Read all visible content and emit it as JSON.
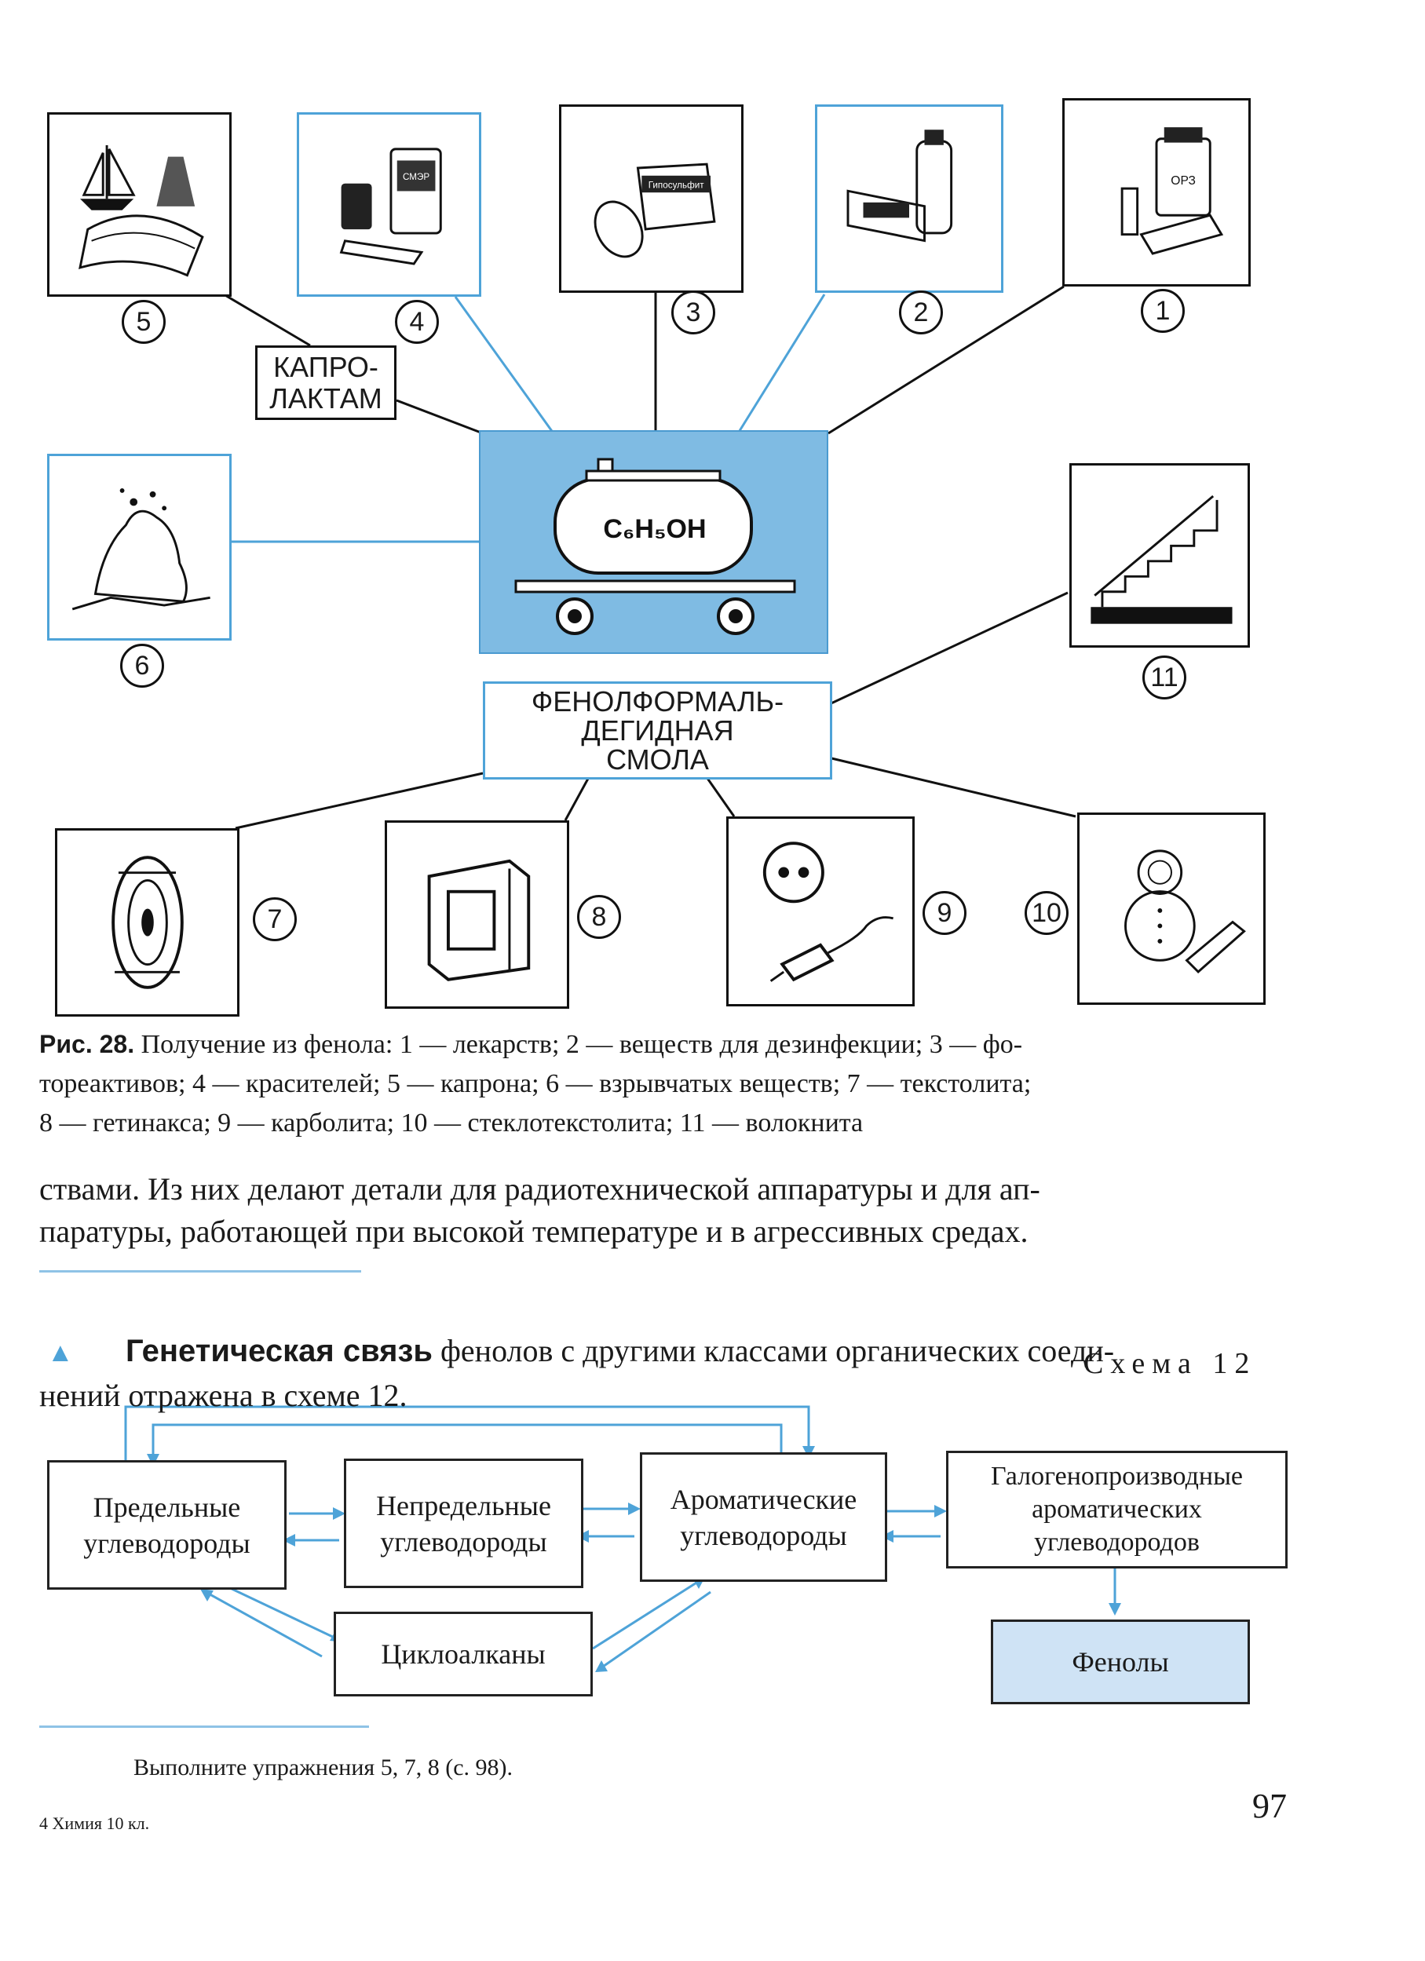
{
  "figure": {
    "tank_formula": "C₆H₅OH",
    "label_caprolactam": "КАПРО-\nЛАКТАМ",
    "label_resin": "ФЕНОЛФОРМАЛЬ-\nДЕГИДНАЯ\nСМОЛА",
    "numbers": [
      "1",
      "2",
      "3",
      "4",
      "5",
      "6",
      "7",
      "8",
      "9",
      "10",
      "11"
    ],
    "package_text_3": "Гипосульфит",
    "package_text_4": "СМЭР",
    "bottle_text_1": "ОРЗ"
  },
  "caption": {
    "label": "Рис. 28.",
    "text": "Получение из фенола: 1 — лекарств; 2 — веществ для дезинфекции; 3 — фо-\nтореактивов; 4 — красителей; 5 — капрона; 6 — взрывчатых веществ; 7 — текстолита;\n8 — гетинакса; 9 — карболита; 10 — стеклотекстолита; 11 — волокнита"
  },
  "paragraph1": "ствами. Из них делают детали для радиотехнической аппаратуры и для ап-\nпаратуры, работающей при высокой температуре и в агрессивных средах.",
  "paragraph2": {
    "bold": "Генетическая связь",
    "rest": " фенолов с другими классами органических соеди-\nнений отражена в схеме 12."
  },
  "scheme": {
    "title": "Схема 12",
    "boxes": {
      "saturated": "Предельные\nуглеводороды",
      "unsaturated": "Непредельные\nуглеводороды",
      "aromatic": "Ароматические\nуглеводороды",
      "halogen": "Галогенопроизводные\nароматических\nуглеводородов",
      "cycloalkanes": "Циклоалканы",
      "phenols": "Фенолы"
    }
  },
  "exercise": "Выполните упражнения 5, 7, 8 (с. 98).",
  "footer": "4 Химия 10 кл.",
  "page_number": "97",
  "colors": {
    "accent_blue": "#7fbbe3",
    "line_blue": "#4ea3d8",
    "phenol_box": "#cfe3f5"
  }
}
